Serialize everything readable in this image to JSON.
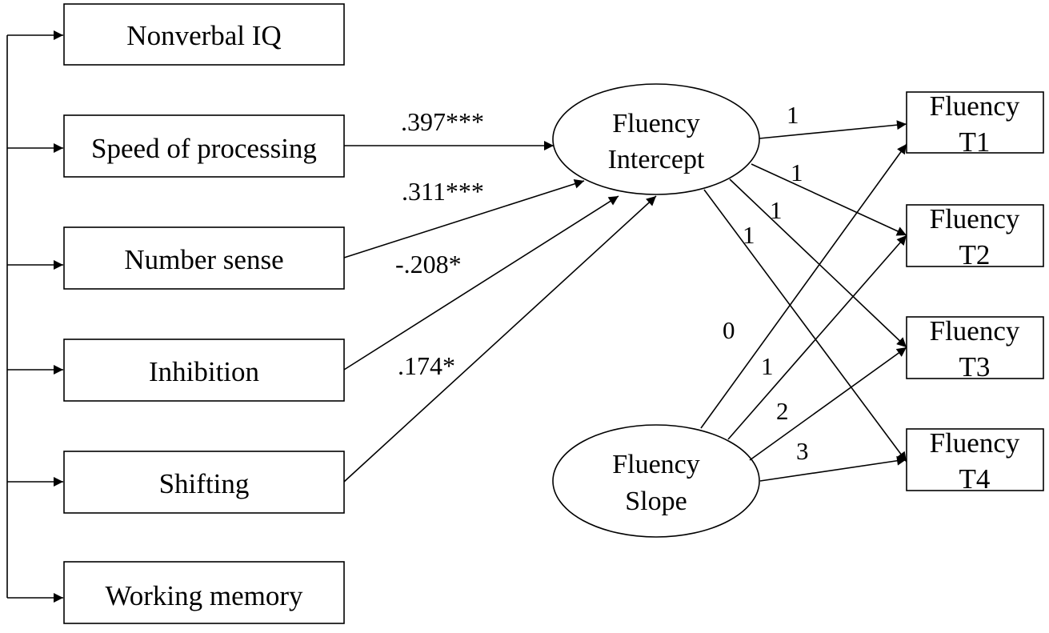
{
  "predictors": [
    {
      "id": "nonverbal-iq",
      "label": "Nonverbal IQ"
    },
    {
      "id": "speed-of-processing",
      "label": "Speed of processing"
    },
    {
      "id": "number-sense",
      "label": "Number sense"
    },
    {
      "id": "inhibition",
      "label": "Inhibition"
    },
    {
      "id": "shifting",
      "label": "Shifting"
    },
    {
      "id": "working-memory",
      "label": "Working memory"
    }
  ],
  "latents": {
    "intercept": {
      "line1": "Fluency",
      "line2": "Intercept"
    },
    "slope": {
      "line1": "Fluency",
      "line2": "Slope"
    }
  },
  "outcomes": [
    {
      "id": "t1",
      "line1": "Fluency",
      "line2": "T1"
    },
    {
      "id": "t2",
      "line1": "Fluency",
      "line2": "T2"
    },
    {
      "id": "t3",
      "line1": "Fluency",
      "line2": "T3"
    },
    {
      "id": "t4",
      "line1": "Fluency",
      "line2": "T4"
    }
  ],
  "paths": [
    {
      "from": "speed-of-processing",
      "to": "intercept",
      "coefficient": ".397***"
    },
    {
      "from": "number-sense",
      "to": "intercept",
      "coefficient": ".311***"
    },
    {
      "from": "inhibition",
      "to": "intercept",
      "coefficient": "-.208*"
    },
    {
      "from": "shifting",
      "to": "intercept",
      "coefficient": ".174*"
    }
  ],
  "intercept_loadings": [
    "1",
    "1",
    "1",
    "1"
  ],
  "slope_loadings": [
    "0",
    "1",
    "2",
    "3"
  ]
}
